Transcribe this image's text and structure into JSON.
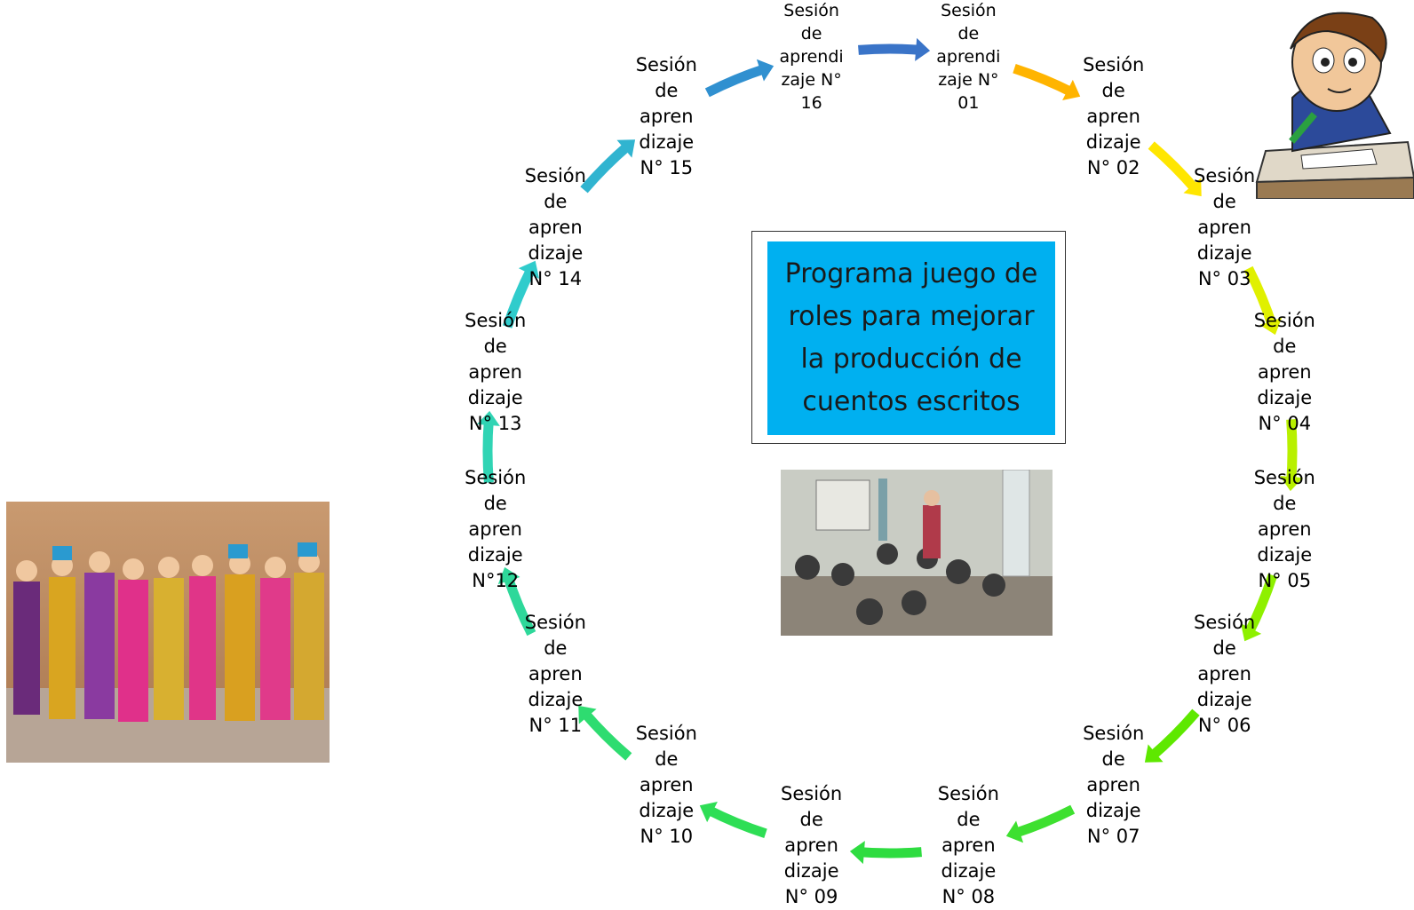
{
  "title": "Programa juego de roles para mejorar la producción de cuentos escritos",
  "sessions": [
    {
      "label": "Sesión\nde\naprendi\nzaje N°\n01",
      "color": "#ffb400"
    },
    {
      "label": "Sesión\nde\napren\ndizaje\nN° 02",
      "color": "#ffe600"
    },
    {
      "label": "Sesión\nde\napren\ndizaje\nN° 03",
      "color": "#e0f000"
    },
    {
      "label": "Sesión\nde\napren\ndizaje\nN° 04",
      "color": "#b8f000"
    },
    {
      "label": "Sesión\nde\napren\ndizaje\nN° 05",
      "color": "#8ef000"
    },
    {
      "label": "Sesión\nde\napren\ndizaje\nN° 06",
      "color": "#5ee800"
    },
    {
      "label": "Sesión\nde\napren\ndizaje\nN° 07",
      "color": "#3ee030"
    },
    {
      "label": "Sesión\nde\napren\ndizaje\nN° 08",
      "color": "#2edc40"
    },
    {
      "label": "Sesión\nde\napren\ndizaje\nN° 09",
      "color": "#2ede55"
    },
    {
      "label": "Sesión\nde\napren\ndizaje\nN° 10",
      "color": "#2edc70"
    },
    {
      "label": "Sesión\nde\napren\ndizaje\nN° 11",
      "color": "#2ed89a"
    },
    {
      "label": "Sesión\nde\napren\ndizaje\nN°12",
      "color": "#30d4b4"
    },
    {
      "label": "Sesión\nde\napren\ndizaje\nN° 13",
      "color": "#30cccc"
    },
    {
      "label": "Sesión\nde\napren\ndizaje\nN° 14",
      "color": "#30b4d0"
    },
    {
      "label": "Sesión\nde\napren\ndizaje\nN° 15",
      "color": "#3090d0"
    },
    {
      "label": "Sesión\nde\naprendi\nzaje N°\n16",
      "color": "#3a74c8"
    }
  ],
  "images": {
    "dancers": "dancers-photo",
    "classroom": "classroom-photo",
    "student": "student-writing-clipart"
  }
}
